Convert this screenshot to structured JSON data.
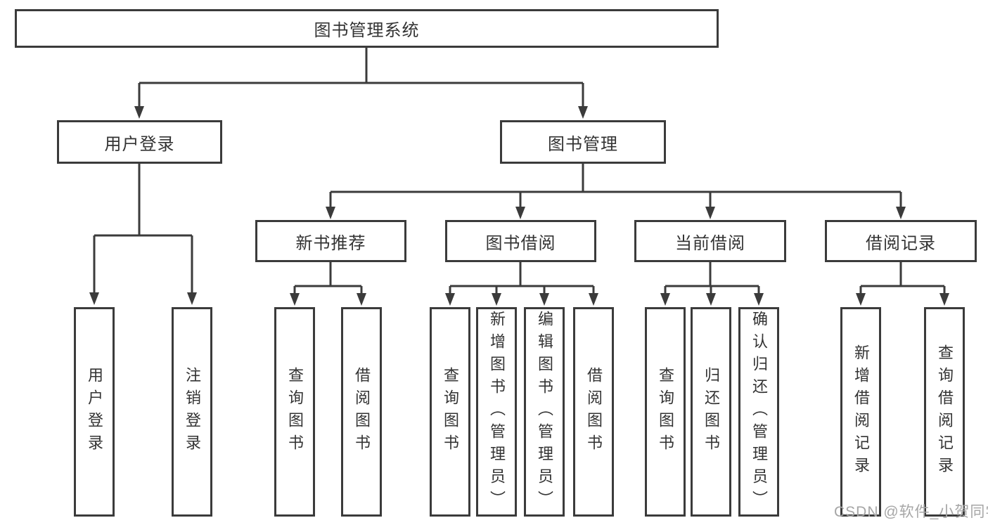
{
  "diagram": {
    "title": "图书管理系统",
    "root": {
      "label": "图书管理系统"
    },
    "level2": [
      {
        "label": "用户登录"
      },
      {
        "label": "图书管理"
      }
    ],
    "level3": [
      {
        "label": "新书推荐"
      },
      {
        "label": "图书借阅"
      },
      {
        "label": "当前借阅"
      },
      {
        "label": "借阅记录"
      }
    ],
    "leaves": {
      "user": [
        "用户登录",
        "注销登录"
      ],
      "newbook": [
        "查询图书",
        "借阅图书"
      ],
      "borrow": [
        "查询图书",
        "新增图书（管理员）",
        "编辑图书（管理员）",
        "借阅图书"
      ],
      "current": [
        "查询图书",
        "归还图书",
        "确认归还（管理员）"
      ],
      "records": [
        "新增借阅记录",
        "查询借阅记录"
      ]
    }
  },
  "watermark": {
    "text": "CSDN @软件_小贺同学"
  },
  "colors": {
    "line": "#3b3b3b",
    "text": "#333333",
    "watermark": "#a6a6a6",
    "background": "#ffffff"
  }
}
